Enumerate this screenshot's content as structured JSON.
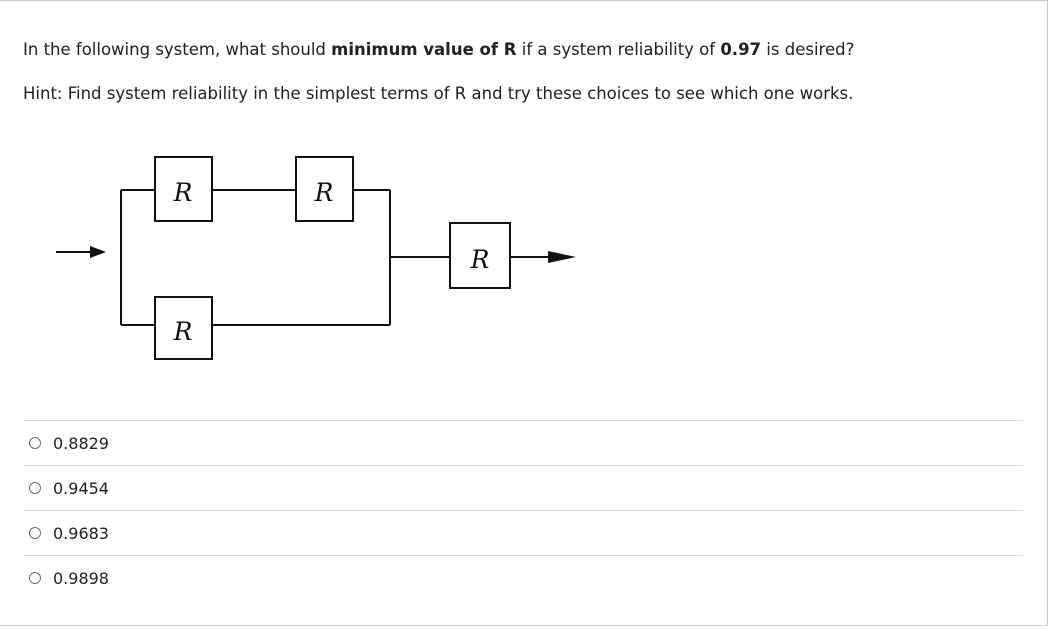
{
  "question": {
    "part1": "In the following system, what should ",
    "bold1": "minimum value of R",
    "part2": " if a system reliability of ",
    "bold2": "0.97",
    "part3": " is desired?"
  },
  "hint": "Hint: Find system reliability in the simplest terms of R and try these choices to see which one works.",
  "diagram": {
    "block_labels": [
      "R",
      "R",
      "R",
      "R"
    ]
  },
  "choices": [
    {
      "label": "0.8829"
    },
    {
      "label": "0.9454"
    },
    {
      "label": "0.9683"
    },
    {
      "label": "0.9898"
    }
  ]
}
